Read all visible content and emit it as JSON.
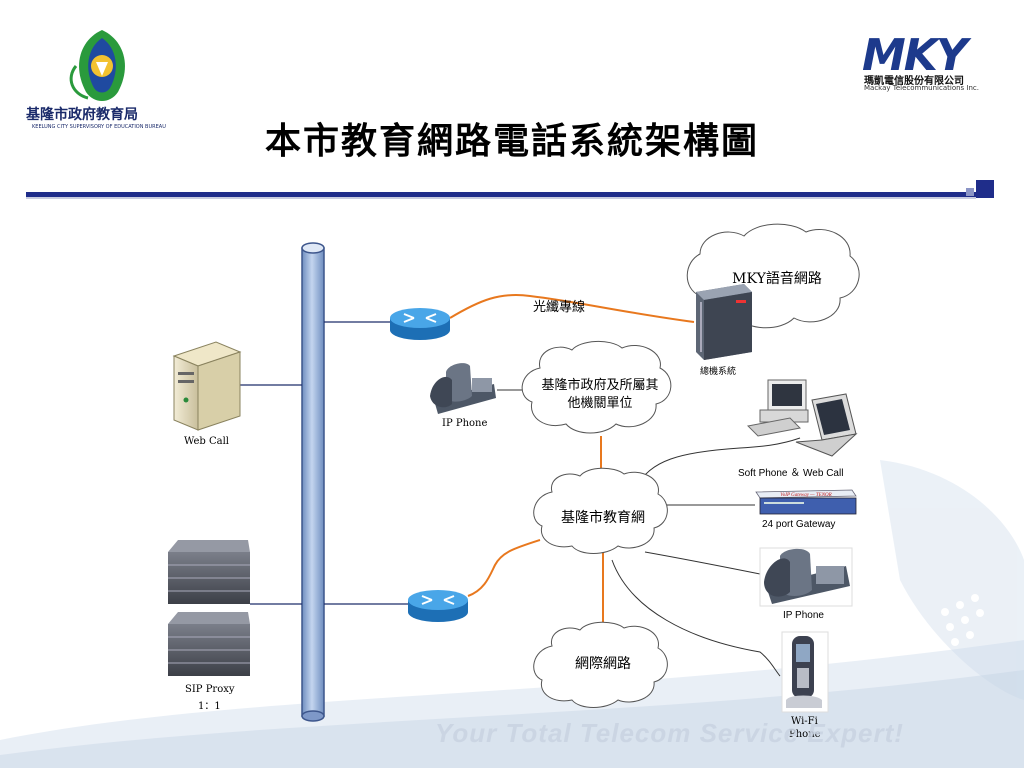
{
  "header": {
    "title": "本市教育網路電話系統架構圖",
    "left_logo_text": "基隆市政府教育局",
    "left_logo_sub": "KEELUNG CITY SUPERVISORY OF EDUCATION BUREAU",
    "right_logo_word": "MKY",
    "right_logo_cn": "瑪凱電信股份有限公司",
    "right_logo_en": "Mackay Telecommunications Inc."
  },
  "diagram": {
    "clouds": {
      "mky_voice": "MKY語音網路",
      "gov_units_line1": "基隆市政府及所屬其",
      "gov_units_line2": "他機關單位",
      "edu_net": "基隆市教育網",
      "internet": "網際網路"
    },
    "labels": {
      "fiber": "光纖專線",
      "pbx": "總機系統",
      "web_call": "Web Call",
      "ip_phone_small": "IP Phone",
      "soft_phone": "Soft Phone ＆ Web Call",
      "gateway": "24 port Gateway",
      "gateway_panel": "VoIP Gateway — TENOR",
      "ip_phone_large": "IP Phone",
      "sip_proxy_line1": "SIP Proxy",
      "sip_proxy_line2": "1：1",
      "wifi_line1": "Wi-Fi",
      "wifi_line2": "Phone"
    },
    "colors": {
      "fiber_line": "#e8781e",
      "backbone": "#9fb8dd",
      "router": "#2f8fd8",
      "header_rule": "#1f2d8a"
    }
  },
  "footer": {
    "slogan": "Your Total Telecom Service Expert!"
  }
}
